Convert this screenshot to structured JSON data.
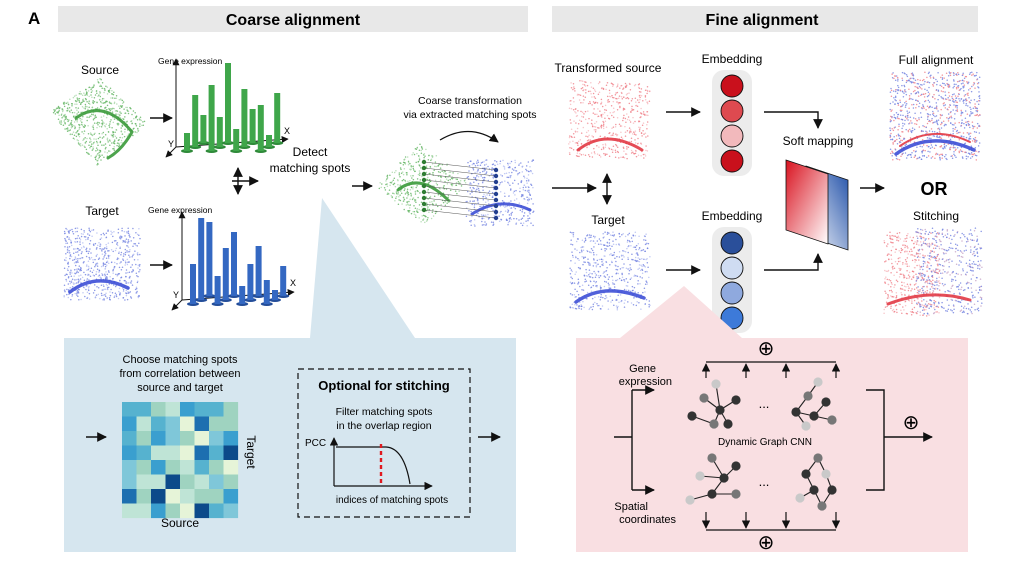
{
  "panel_letter": "A",
  "coarse": {
    "header": "Coarse alignment",
    "source_label": "Source",
    "target_label": "Target",
    "gene_expression_label": "Gene expression",
    "gene_expression_label_2": "Gene expression",
    "axis_x": "X",
    "axis_y": "Y",
    "axis_x_2": "X",
    "axis_y_2": "Y",
    "detect_line1": "Detect",
    "detect_line2": "matching spots",
    "transform_line1": "Coarse transformation",
    "transform_line2": "via extracted matching spots",
    "choose_line1": "Choose matching spots",
    "choose_line2": "from correlation between",
    "choose_line3": "source and target",
    "heatmap_xlabel": "Source",
    "heatmap_ylabel": "Target",
    "optional_title": "Optional for stitching",
    "filter_line1": "Filter matching spots",
    "filter_line2": "in the overlap region",
    "pcc_label": "PCC",
    "indices_label": "indices of matching spots"
  },
  "fine": {
    "header": "Fine alignment",
    "transformed_source_label": "Transformed source",
    "target_label": "Target",
    "embedding_label_1": "Embedding",
    "embedding_label_2": "Embedding",
    "soft_mapping_label": "Soft mapping",
    "full_alignment_label": "Full alignment",
    "or_label": "OR",
    "stitching_label": "Stitching",
    "gene_expression_line1": "Gene",
    "gene_expression_line2": "expression",
    "spatial_line1": "Spatial",
    "spatial_line2": "coordinates",
    "dgcnn_label": "Dynamic Graph CNN",
    "ellipsis_1": "...",
    "ellipsis_2": "...",
    "oplus_top": "⊕",
    "oplus_bottom": "⊕",
    "oplus_right": "⊕"
  },
  "colors": {
    "green": "#3a9a3a",
    "blue": "#2e63c8",
    "header_bg": "#e8e8e8",
    "coarse_panel_bg": "#d6e6ef",
    "fine_panel_bg": "#f9dfe2",
    "red_embedding": [
      "#c9101c",
      "#de4a50",
      "#f2b9bc",
      "#c9101c"
    ],
    "blue_embedding": [
      "#2a4f9a",
      "#cfdcf2",
      "#8fa9de",
      "#3d7ad9"
    ]
  }
}
